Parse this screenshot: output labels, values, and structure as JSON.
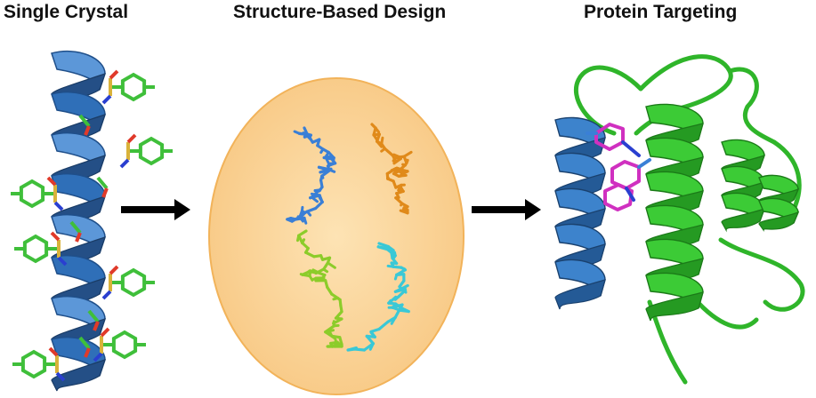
{
  "titles": {
    "panel_1": "Single Crystal",
    "panel_2": "Structure-Based Design",
    "panel_3": "Protein Targeting"
  },
  "colors": {
    "helix_blue": "#2f6fb8",
    "helix_blue_light": "#5c97d8",
    "ring_green": "#3fbf3a",
    "sulfonyl_yellow": "#d9b23a",
    "oxygen_red": "#e03a2a",
    "nitrogen_blue": "#2a3fd0",
    "ellipse_fill": "#fbd9a0",
    "ellipse_edge": "#f2b35a",
    "model_blue": "#3a7fd6",
    "model_orange": "#e08a1a",
    "model_lime": "#8ccc2a",
    "model_cyan": "#3ac8d6",
    "protein_green": "#2fb52a",
    "ligand_magenta": "#d030c0",
    "arrow": "#000000"
  },
  "icons": [
    "helix-with-side-chains",
    "right-arrow",
    "stick-models-ellipse",
    "protein-ribbon"
  ]
}
